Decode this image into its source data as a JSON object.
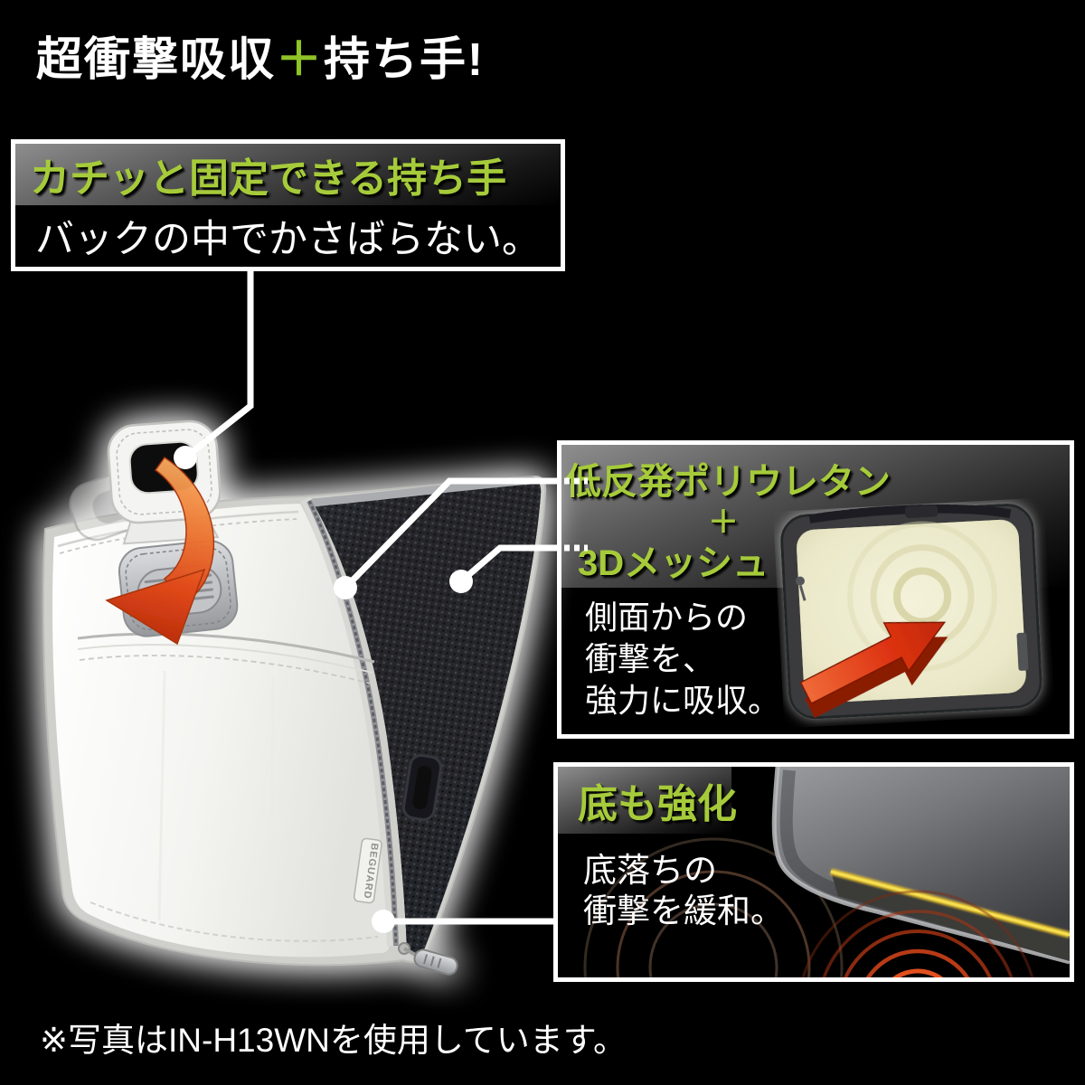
{
  "title": {
    "part1": "超衝撃吸収",
    "plus": "＋",
    "part2": "持ち手!"
  },
  "callout_handle": {
    "heading": "カチッと固定できる持ち手",
    "body": "バックの中でかさばらない。"
  },
  "callout_side": {
    "heading_top": "低反発ポリウレタン",
    "heading_plus": "＋",
    "heading_bottom": "3Dメッシュ",
    "body_lines": [
      "側面からの",
      "衝撃を、",
      "強力に吸収。"
    ]
  },
  "callout_bottom": {
    "heading": "底も強化",
    "body_lines": [
      "底落ちの",
      "衝撃を緩和。"
    ]
  },
  "footnote": "※写真はIN-H13WNを使用しています。",
  "product": {
    "logo": "BEGUARD"
  },
  "colors": {
    "background": "#000000",
    "accent_green": "#a6cb3a",
    "title_plus_green": "#8fc226",
    "rotate_arrow_orange": "#e2561f",
    "impact_arrow_red": "#df3614",
    "foam_cream": "#ecead0",
    "bumper_yellow": "#f2dc4e",
    "shockwave_orange": "#d8451a",
    "mesh_dark": "#26272b",
    "piping_gray": "#cfcfcb",
    "connector_white": "#ffffff"
  }
}
